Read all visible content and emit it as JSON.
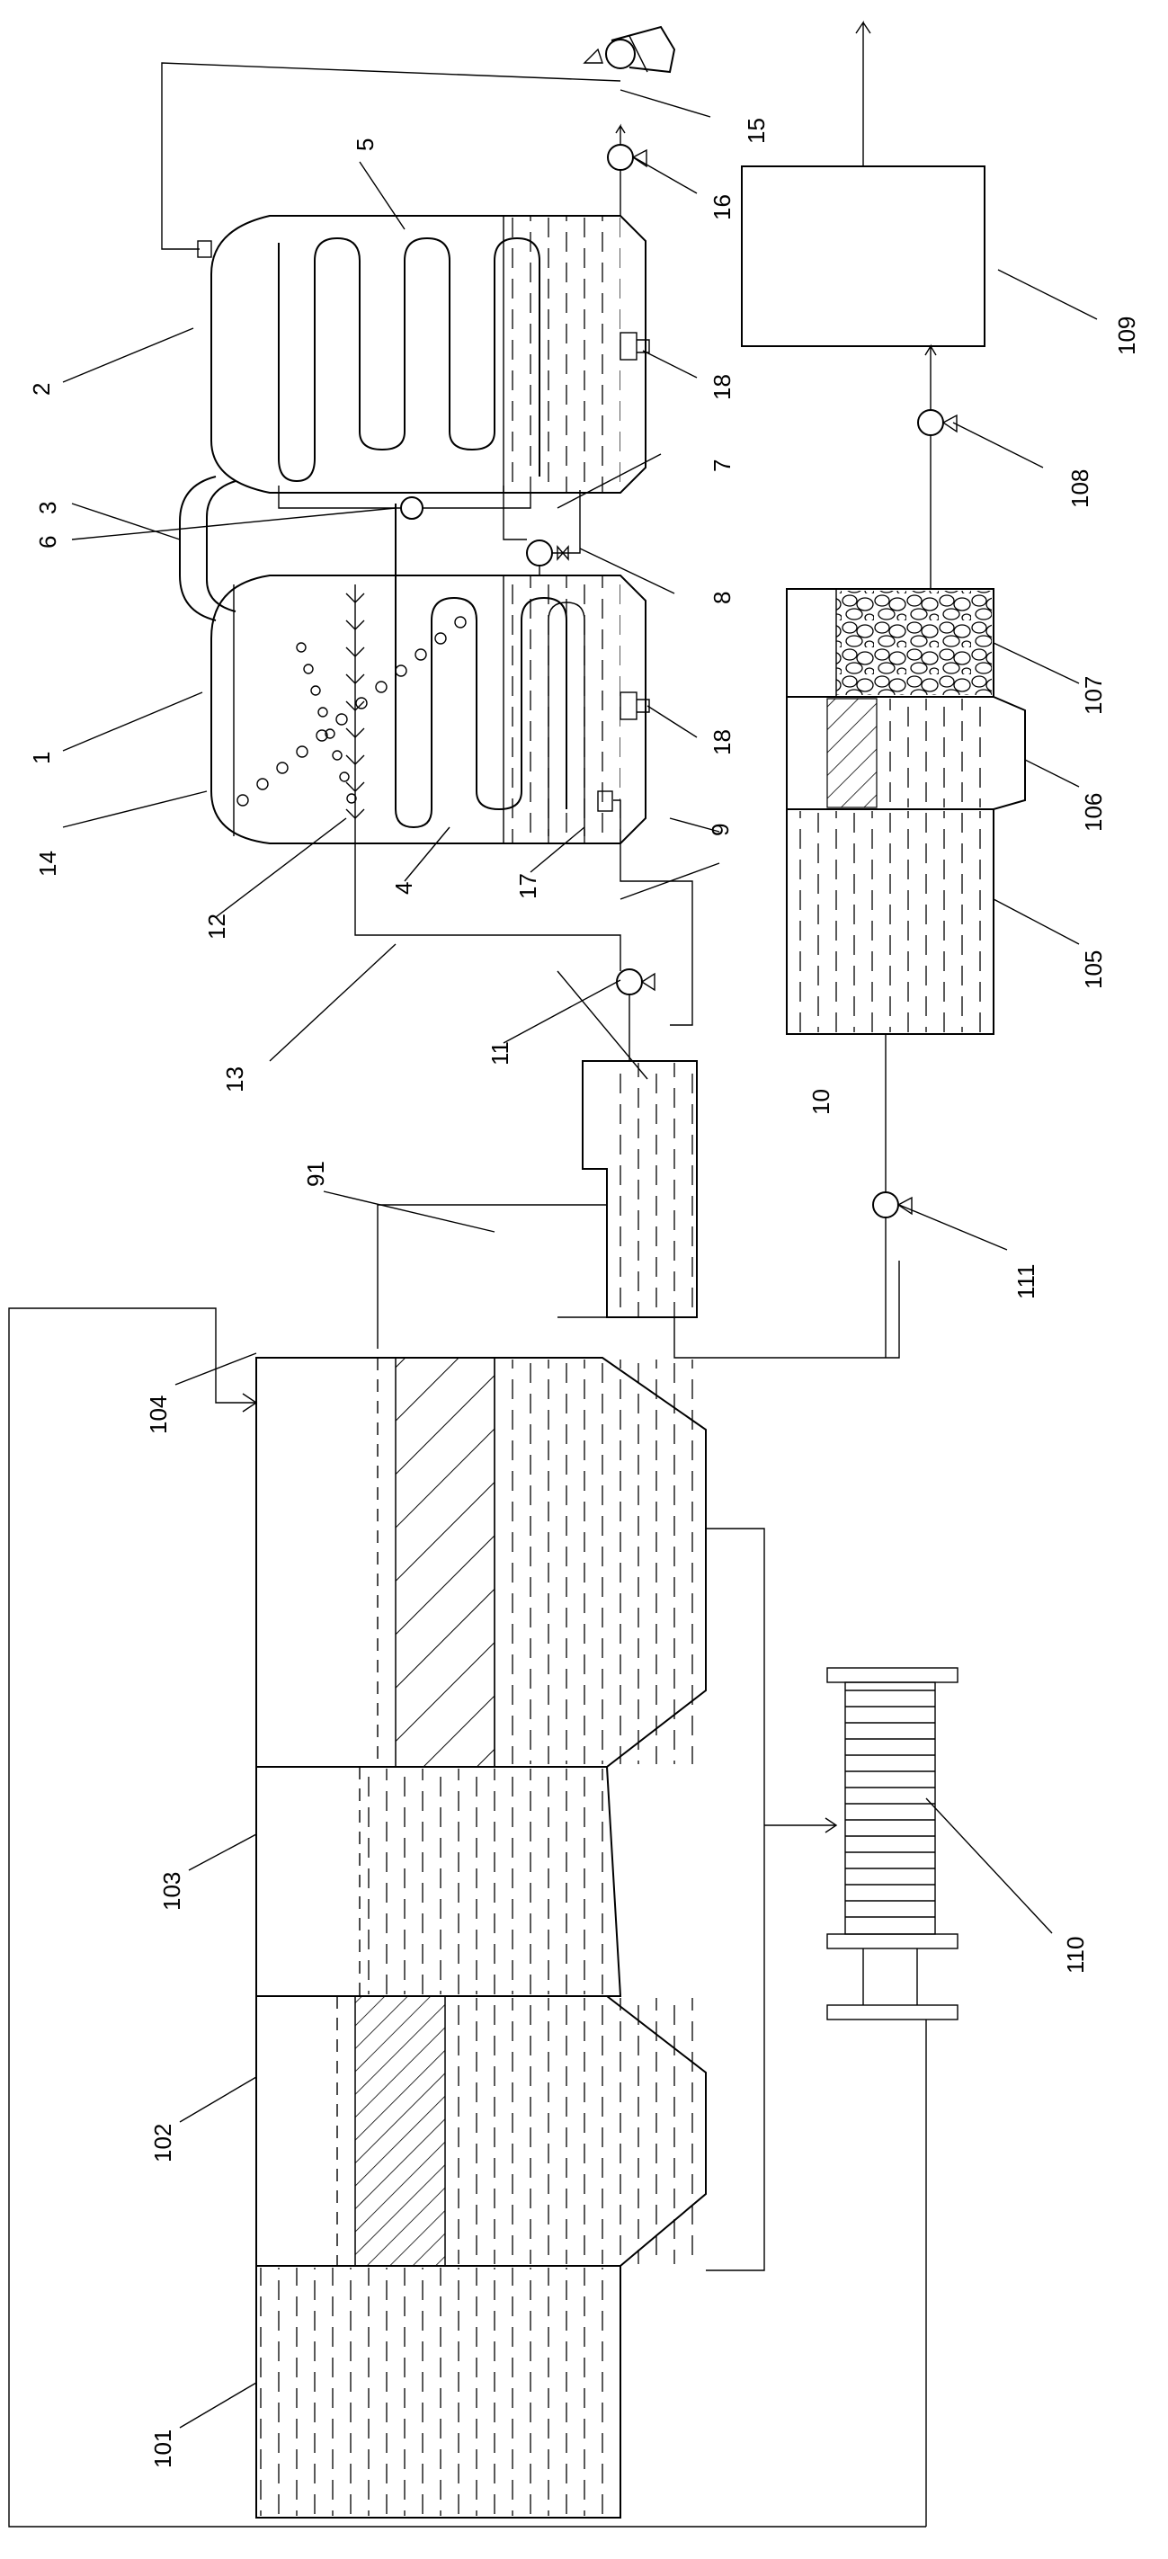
{
  "labels": {
    "l1": "1",
    "l2": "2",
    "l3": "3",
    "l4": "4",
    "l5": "5",
    "l6": "6",
    "l7": "7",
    "l8": "8",
    "l9": "9",
    "l10": "10",
    "l11": "11",
    "l12": "12",
    "l13": "13",
    "l14": "14",
    "l15": "15",
    "l16": "16",
    "l17": "17",
    "l18a": "18",
    "l18b": "18",
    "l91": "91",
    "l101": "101",
    "l102": "102",
    "l103": "103",
    "l104": "104",
    "l105": "105",
    "l106": "106",
    "l107": "107",
    "l108": "108",
    "l109": "109",
    "l110": "110",
    "l111": "111"
  }
}
